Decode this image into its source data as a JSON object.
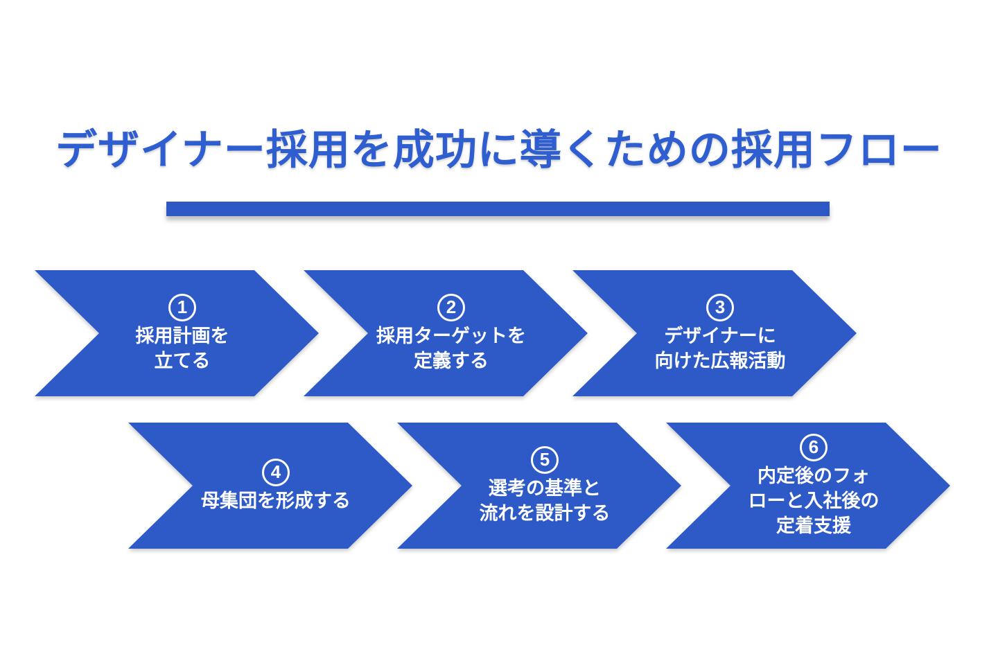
{
  "page": {
    "background_color": "#ffffff"
  },
  "title": {
    "text": "デザイナー採用を成功に導くための採用フロー",
    "color": "#2e5ecf"
  },
  "divider": {
    "color": "#2d57c4"
  },
  "flow": {
    "arrow_color": "#2d5ac7",
    "text_color": "#ffffff",
    "steps": [
      {
        "number": "1",
        "lines": [
          "採用計画を",
          "立てる"
        ]
      },
      {
        "number": "2",
        "lines": [
          "採用ターゲットを",
          "定義する"
        ]
      },
      {
        "number": "3",
        "lines": [
          "デザイナーに",
          "向けた広報活動"
        ]
      },
      {
        "number": "4",
        "lines": [
          "母集団を形成する"
        ]
      },
      {
        "number": "5",
        "lines": [
          "選考の基準と",
          "流れを設計する"
        ]
      },
      {
        "number": "6",
        "lines": [
          "内定後のフォ",
          "ローと入社後の",
          "定着支援"
        ]
      }
    ]
  }
}
